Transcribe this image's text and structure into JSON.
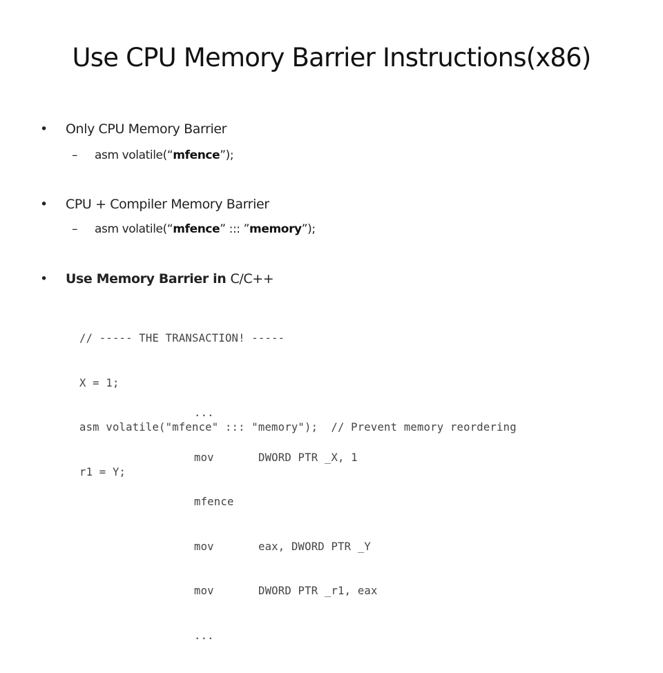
{
  "slide": {
    "title": "Use CPU Memory Barrier Instructions(x86)",
    "bullets": [
      {
        "marker": "•",
        "text": "Only CPU Memory Barrier",
        "sub": {
          "marker": "–",
          "prefix": "asm volatile(“",
          "bold1": "mfence",
          "middle": "”",
          "bold2": "",
          "suffix": ");"
        }
      },
      {
        "marker": "•",
        "text": "CPU + Compiler Memory Barrier",
        "sub": {
          "marker": "–",
          "prefix": "asm volatile(“",
          "bold1": "mfence",
          "middle": "” ::: ”",
          "bold2": "memory",
          "suffix": "”);"
        }
      },
      {
        "marker": "•",
        "text_bold": "Use Memory Barrier in ",
        "text_plain": "C/C++"
      }
    ],
    "c_code": [
      "// ----- THE TRANSACTION! -----",
      "X = 1;",
      "asm volatile(\"mfence\" ::: \"memory\");  // Prevent memory reordering",
      "r1 = Y;"
    ],
    "asm_code": [
      {
        "op": "...",
        "args": ""
      },
      {
        "op": "mov",
        "args": "DWORD PTR _X, 1"
      },
      {
        "op": "mfence",
        "args": ""
      },
      {
        "op": "mov",
        "args": "eax, DWORD PTR _Y"
      },
      {
        "op": "mov",
        "args": "DWORD PTR _r1, eax"
      },
      {
        "op": "...",
        "args": ""
      }
    ]
  }
}
